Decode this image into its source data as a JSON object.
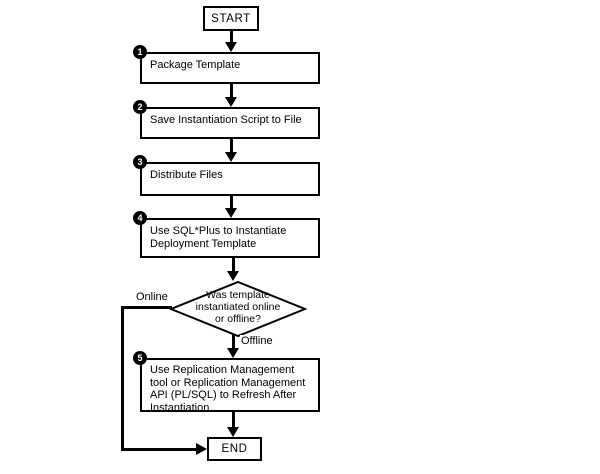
{
  "flowchart": {
    "start": "START",
    "end": "END",
    "steps": [
      {
        "badge": "1",
        "label": "Package Template"
      },
      {
        "badge": "2",
        "label": "Save Instantiation Script to File"
      },
      {
        "badge": "3",
        "label": "Distribute Files"
      },
      {
        "badge": "4",
        "label": "Use SQL*Plus to Instantiate Deployment Template"
      },
      {
        "badge": "5",
        "label": "Use Replication Management tool or Replication Management API (PL/SQL) to Refresh After Instantiation"
      }
    ],
    "decision": {
      "full_text": "Was template instantiated online or offline?",
      "lines": [
        "Was template",
        "instantiated online",
        "or offline?"
      ]
    },
    "branch_labels": {
      "online": "Online",
      "offline": "Offline"
    },
    "colors": {
      "line": "#000000",
      "border": "#000000",
      "fill": "#ffffff",
      "badge_bg": "#000000",
      "badge_fg": "#ffffff",
      "background": "#ffffff"
    }
  }
}
